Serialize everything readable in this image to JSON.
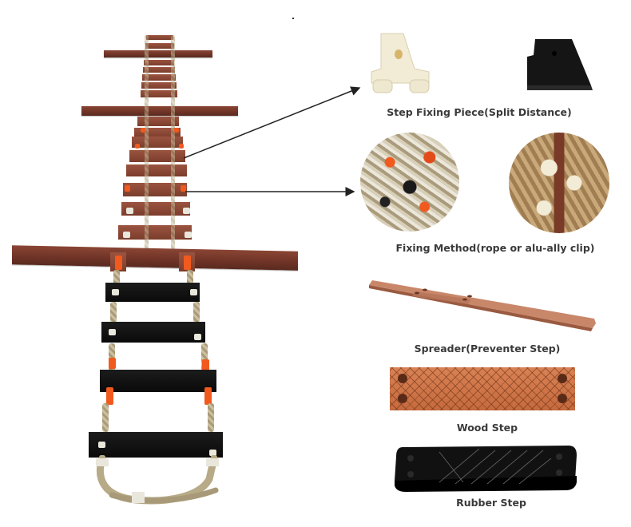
{
  "captions": {
    "step_fixing_piece": "Step Fixing Piece(Split Distance)",
    "fixing_method": "Fixing Method(rope or alu-ally clip)",
    "spreader": "Spreader(Preventer Step)",
    "wood_step": "Wood Step",
    "rubber_step": "Rubber Step"
  },
  "colors": {
    "caption_text": "#3a3a3a",
    "wood": "#7c3d2c",
    "rubber": "#111111",
    "orange_clip": "#f05a1e",
    "rope": "#bfb28f",
    "fixing_piece_white": "#f2ecd6"
  },
  "icons": {
    "arrow_to_fixing_piece": "arrow-right-up",
    "arrow_to_fixing_method": "arrow-right"
  }
}
